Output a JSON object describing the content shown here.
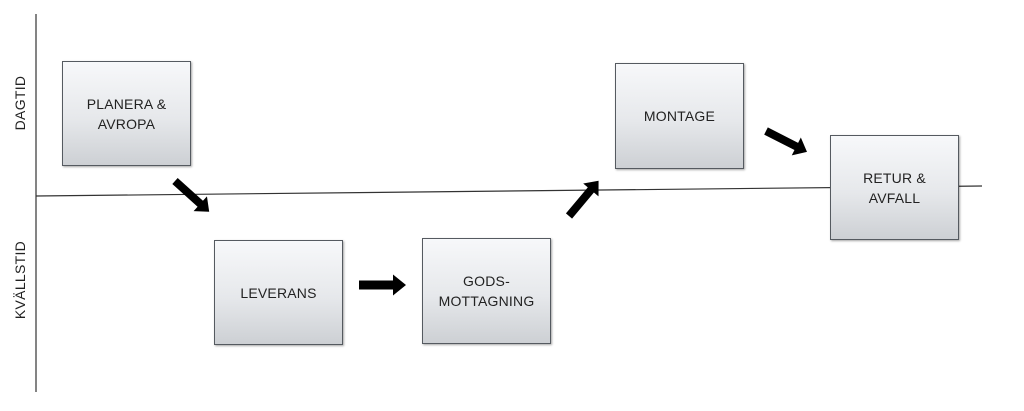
{
  "axis": {
    "top_label": "DAGTID",
    "bottom_label": "KVÄLLSTID"
  },
  "boxes": [
    {
      "id": "planera",
      "text": "PLANERA &\nAVROPA"
    },
    {
      "id": "leverans",
      "text": "LEVERANS"
    },
    {
      "id": "godsmottagning",
      "text": "GODS-\nMOTTAGNING"
    },
    {
      "id": "montage",
      "text": "MONTAGE"
    },
    {
      "id": "retur",
      "text": "RETUR &\nAVFALL"
    }
  ],
  "colors": {
    "line": "#333333",
    "arrow": "#000000",
    "box_border": "#555a60"
  }
}
